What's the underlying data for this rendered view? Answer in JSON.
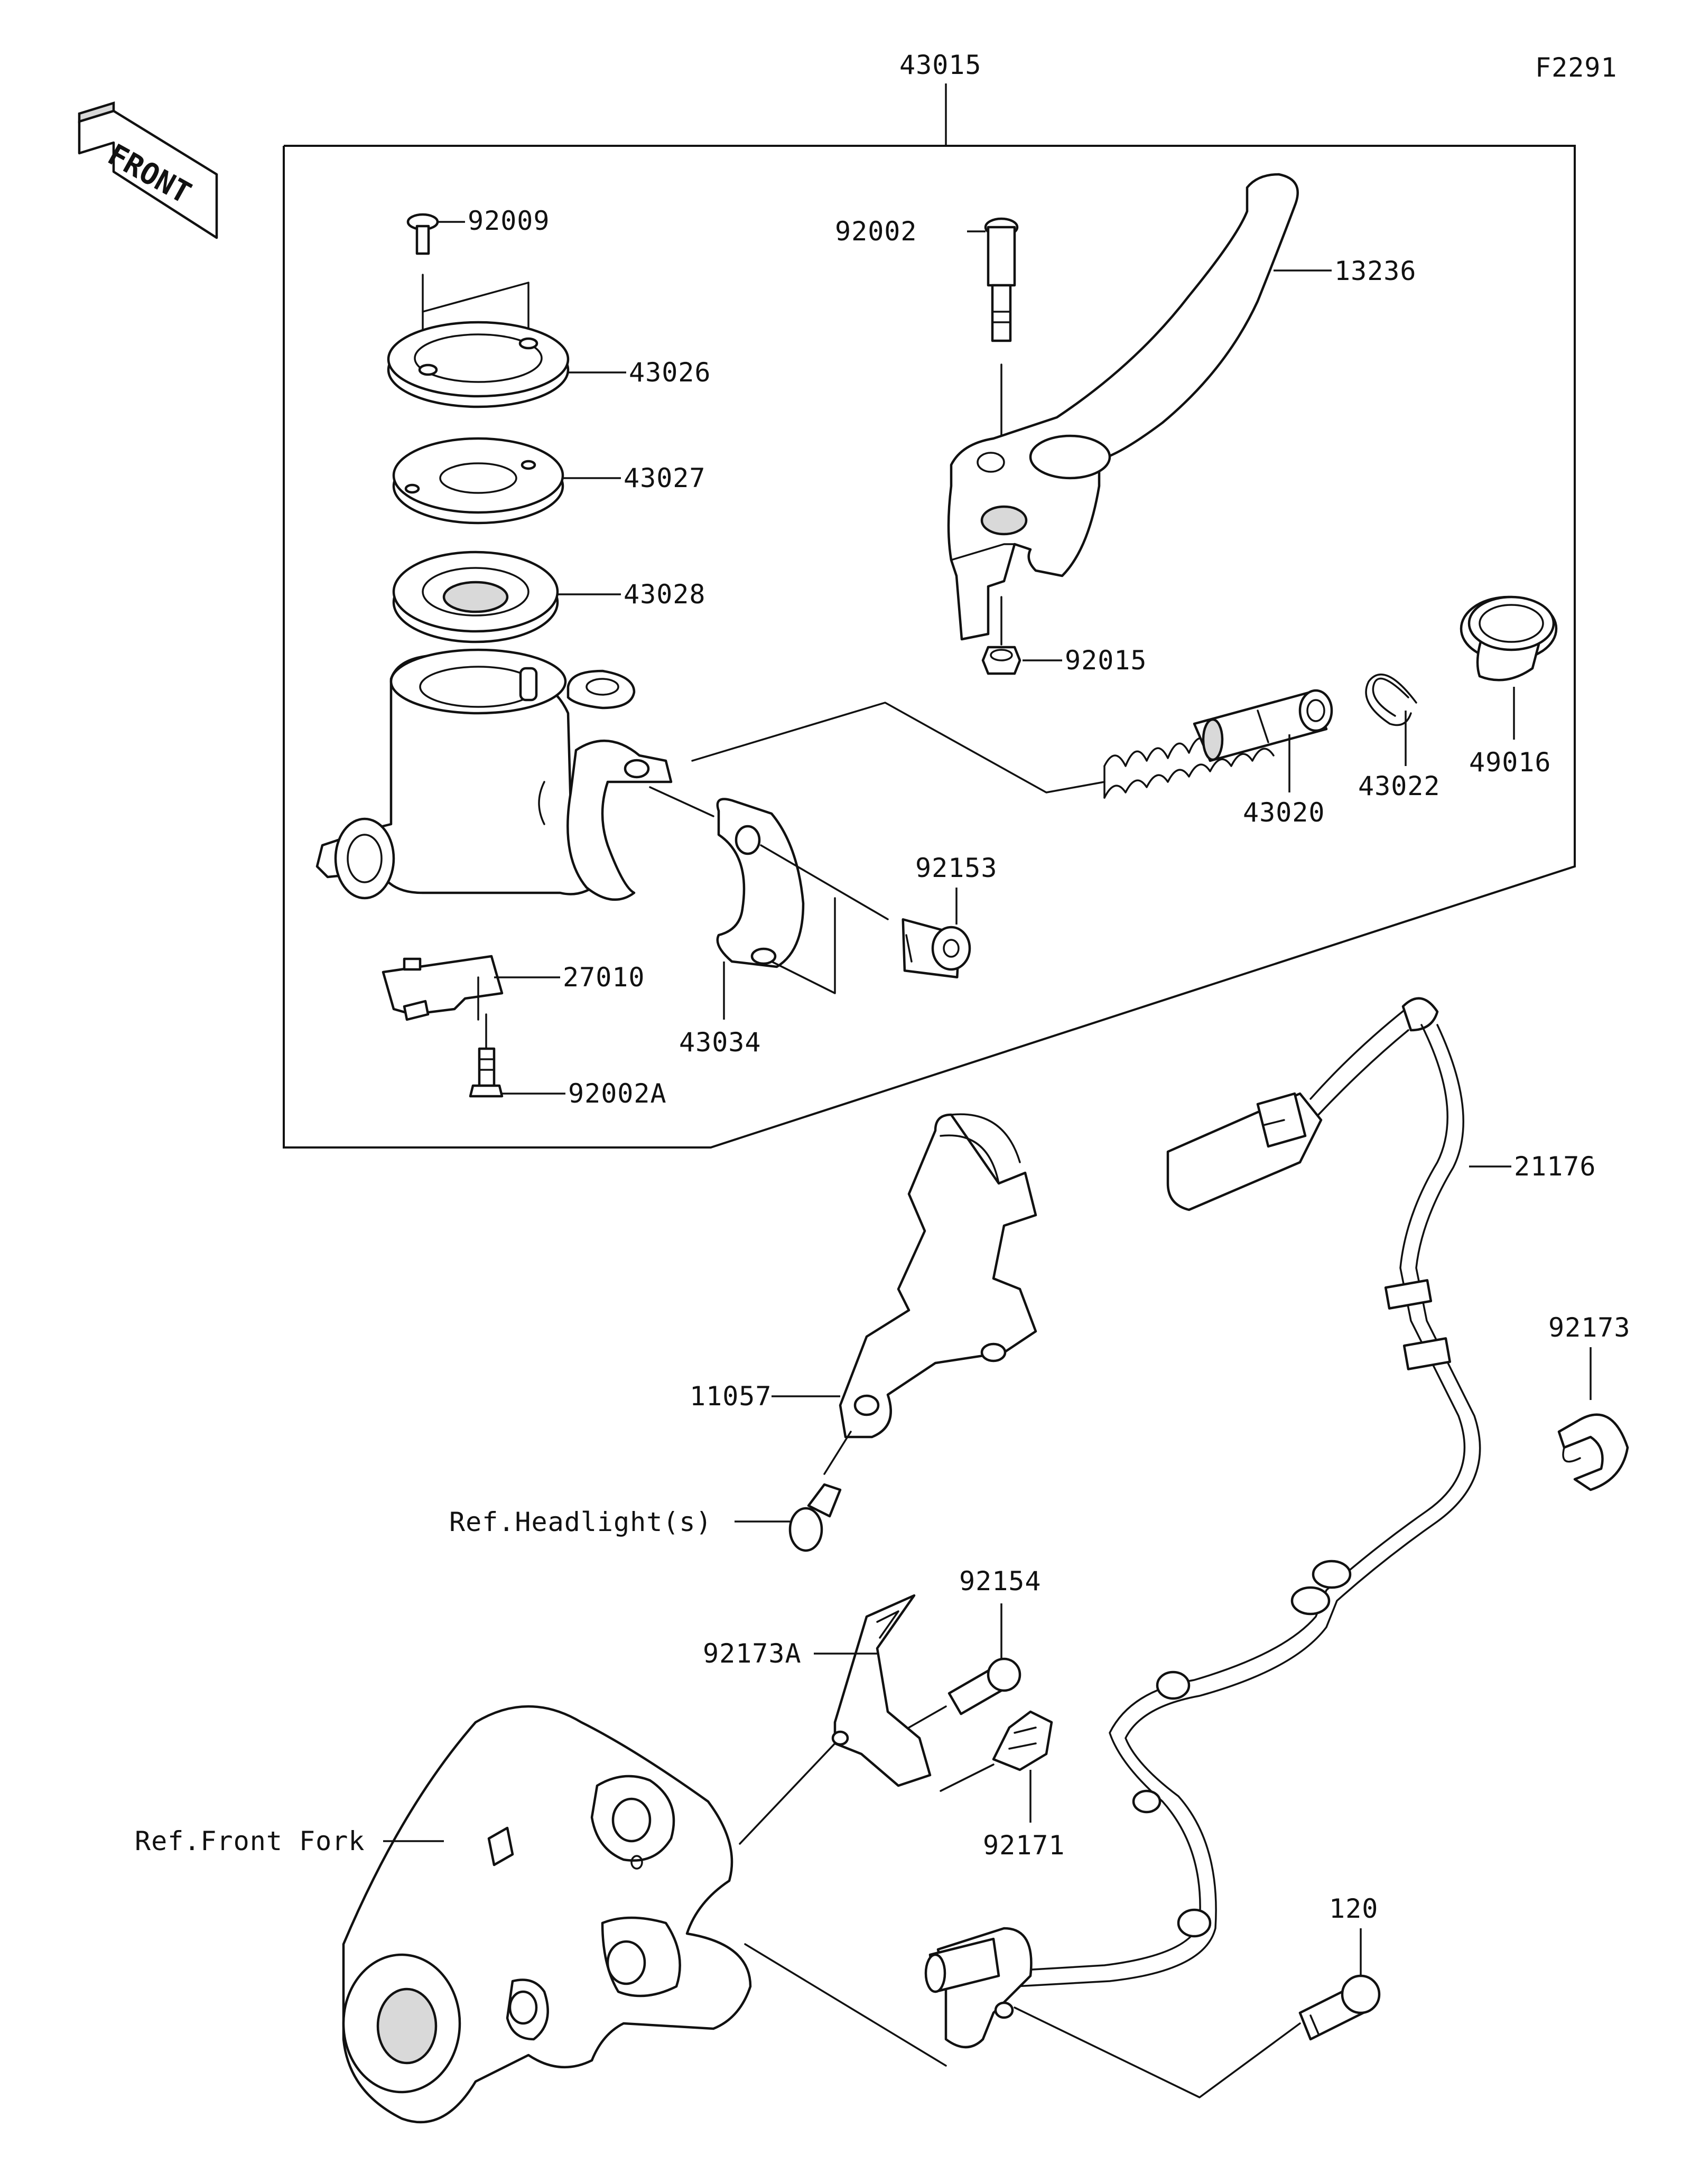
{
  "figure_code": "F2291",
  "front_label": "FRONT",
  "parts": {
    "assembly": "43015",
    "lever": "13236",
    "pivot_bolt": "92002",
    "nut": "92015",
    "screw": "92009",
    "cap": "43026",
    "plate": "43027",
    "diaphragm": "43028",
    "piston_set": "43020",
    "circlip": "43022",
    "boot": "49016",
    "bolt": "92153",
    "clamp": "43034",
    "switch": "27010",
    "switch_screw": "92002A",
    "sensor": "21176",
    "clamp_clip": "92173",
    "bracket": "11057",
    "bracket_clamp": "92173A",
    "bracket_bolt": "92154",
    "clip": "92171",
    "sensor_bolt": "120"
  },
  "refs": {
    "headlight": "Ref.Headlight(s)",
    "front_fork": "Ref.Front Fork"
  },
  "colors": {
    "line": "#111111",
    "background": "#ffffff"
  }
}
